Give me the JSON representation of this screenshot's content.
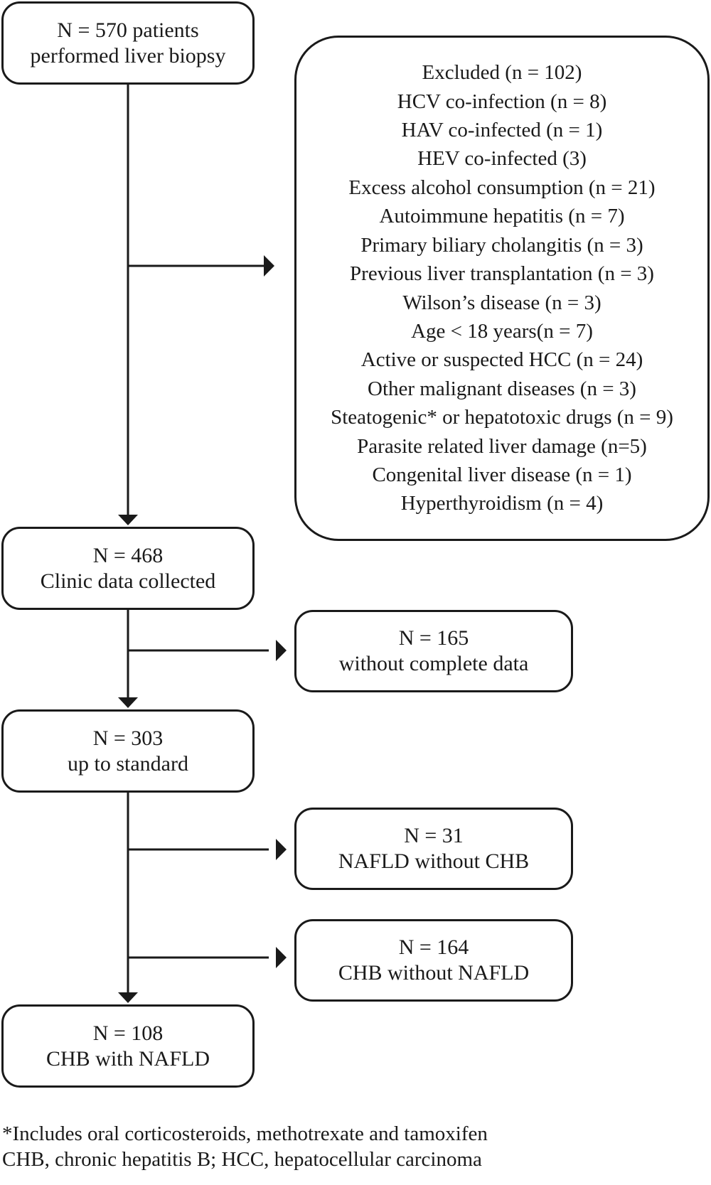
{
  "boxes": {
    "start": {
      "line1": "N = 570 patients",
      "line2": "performed liver biopsy"
    },
    "excluded": {
      "title": "Excluded (n = 102)",
      "items": [
        "HCV co-infection (n = 8)",
        "HAV co-infected (n = 1)",
        "HEV co-infected (3)",
        "Excess alcohol consumption (n = 21)",
        "Autoimmune hepatitis (n = 7)",
        "Primary biliary cholangitis (n = 3)",
        "Previous liver transplantation (n = 3)",
        "Wilson’s disease (n = 3)",
        "Age < 18 years(n = 7)",
        "Active or suspected HCC (n = 24)",
        "Other malignant diseases (n = 3)",
        "Steatogenic* or hepatotoxic drugs (n = 9)",
        "Parasite related liver damage (n=5)",
        "Congenital liver disease (n = 1)",
        "Hyperthyroidism (n = 4)"
      ]
    },
    "clinic": {
      "line1": "N = 468",
      "line2": "Clinic data collected"
    },
    "incomplete": {
      "line1": "N = 165",
      "line2": "without complete data"
    },
    "standard": {
      "line1": "N = 303",
      "line2": "up to standard"
    },
    "nafld_only": {
      "line1": "N = 31",
      "line2": "NAFLD without CHB"
    },
    "chb_only": {
      "line1": "N = 164",
      "line2": "CHB without NAFLD"
    },
    "final": {
      "line1": "N = 108",
      "line2": "CHB with NAFLD"
    }
  },
  "footnotes": {
    "line1": "*Includes oral corticosteroids, methotrexate and tamoxifen",
    "line2": "CHB, chronic hepatitis B; HCC, hepatocellular carcinoma"
  }
}
